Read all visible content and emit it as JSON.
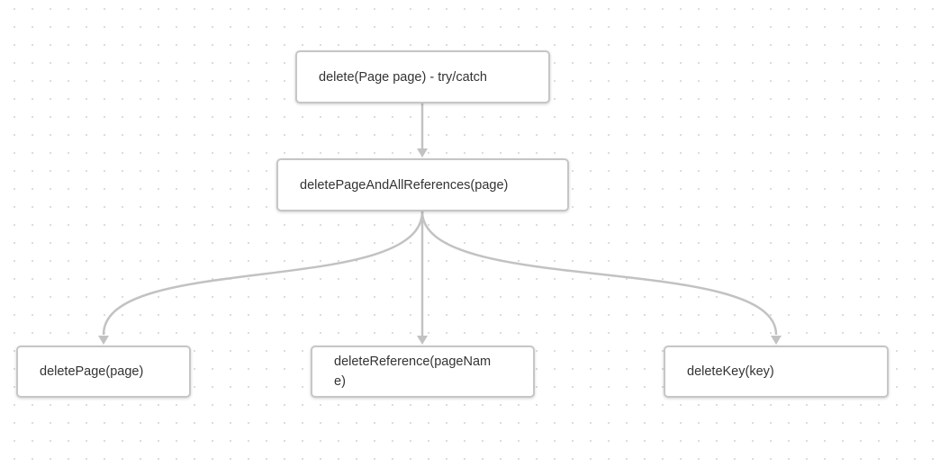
{
  "diagram": {
    "nodes": [
      {
        "id": "root",
        "label": "delete(Page page) - try/catch"
      },
      {
        "id": "middle",
        "label": "deletePageAndAllReferences(page)"
      },
      {
        "id": "left",
        "label": "deletePage(page)"
      },
      {
        "id": "center",
        "label": "deleteReference(pageName)"
      },
      {
        "id": "right",
        "label": "deleteKey(key)"
      }
    ],
    "edges": [
      {
        "from": "root",
        "to": "middle"
      },
      {
        "from": "middle",
        "to": "left"
      },
      {
        "from": "middle",
        "to": "center"
      },
      {
        "from": "middle",
        "to": "right"
      }
    ],
    "colors": {
      "edge": "#c2c2c2",
      "node_border": "#c6c6c6",
      "text": "#333333",
      "grid_dot": "#d6d6d6"
    }
  }
}
